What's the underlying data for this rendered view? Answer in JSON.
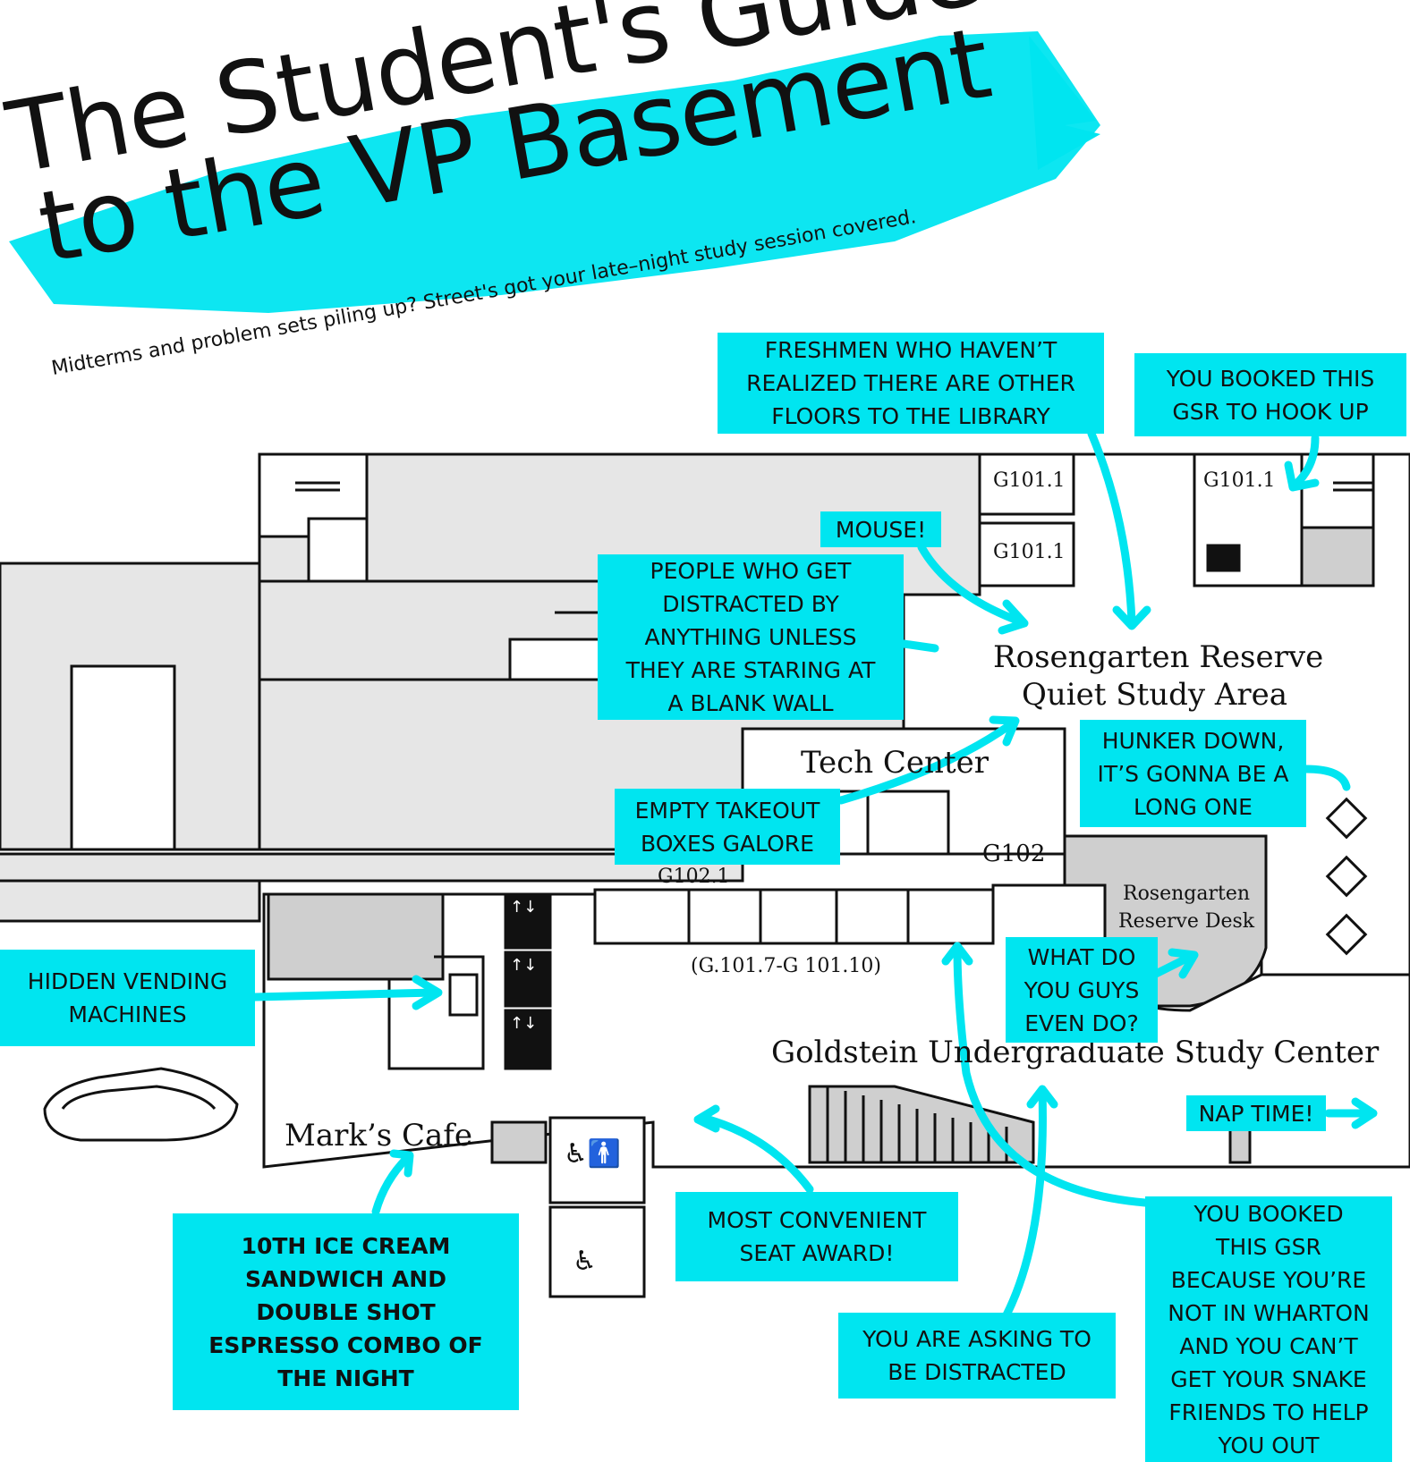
{
  "title": {
    "line1": "The Student's Guide",
    "line2": "to the VP Basement",
    "subtitle": "Midterms and problem sets piling up? Street's got your late–night study session covered."
  },
  "colors": {
    "accent": "#00e5f0",
    "ink": "#111111",
    "room_fill": "#e6e6e6",
    "desk_fill": "#cfcfcf"
  },
  "rooms": {
    "g101_1_a": "G101.1",
    "g101_1_b": "G101.1",
    "g101_1_c": "G101.1",
    "rosengarten": "Rosengarten Reserve",
    "quiet_study": "Quiet Study Area",
    "tech_center": "Tech Center",
    "g102": "G102",
    "g102_1": "G102.1",
    "reserve_desk_1": "Rosengarten",
    "reserve_desk_2": "Reserve Desk",
    "g101_range": "(G.101.7-G 101.10)",
    "goldstein": "Goldstein Undergraduate Study Center",
    "marks_cafe": "Mark’s Cafe"
  },
  "annotations": {
    "freshmen": [
      "FRESHMEN WHO HAVEN’T",
      "REALIZED THERE ARE OTHER",
      "FLOORS TO THE LIBRARY"
    ],
    "booked_hook": [
      "YOU BOOKED THIS",
      "GSR TO HOOK UP"
    ],
    "mouse": [
      "MOUSE!"
    ],
    "distracted": [
      "PEOPLE WHO GET",
      "DISTRACTED BY",
      "ANYTHING UNLESS",
      "THEY ARE STARING AT",
      "A BLANK WALL"
    ],
    "hunker": [
      "HUNKER DOWN,",
      "IT’S GONNA BE A",
      "LONG ONE"
    ],
    "takeout": [
      "EMPTY TAKEOUT",
      "BOXES GALORE"
    ],
    "vending": [
      "HIDDEN VENDING",
      "MACHINES"
    ],
    "what_do": [
      "WHAT DO",
      "YOU GUYS",
      "EVEN DO?"
    ],
    "nap": [
      "NAP TIME!"
    ],
    "ice_cream": [
      "10TH ICE CREAM",
      "SANDWICH AND",
      "DOUBLE SHOT",
      "ESPRESSO COMBO OF",
      "THE NIGHT"
    ],
    "convenient": [
      "MOST CONVENIENT",
      "SEAT AWARD!"
    ],
    "asking": [
      "YOU ARE ASKING TO",
      "BE DISTRACTED"
    ],
    "not_wharton": [
      "YOU BOOKED",
      "THIS GSR",
      "BECAUSE YOU’RE",
      "NOT IN WHARTON",
      "AND YOU CAN’T",
      "GET YOUR SNAKE",
      "FRIENDS TO HELP",
      "YOU OUT"
    ]
  }
}
